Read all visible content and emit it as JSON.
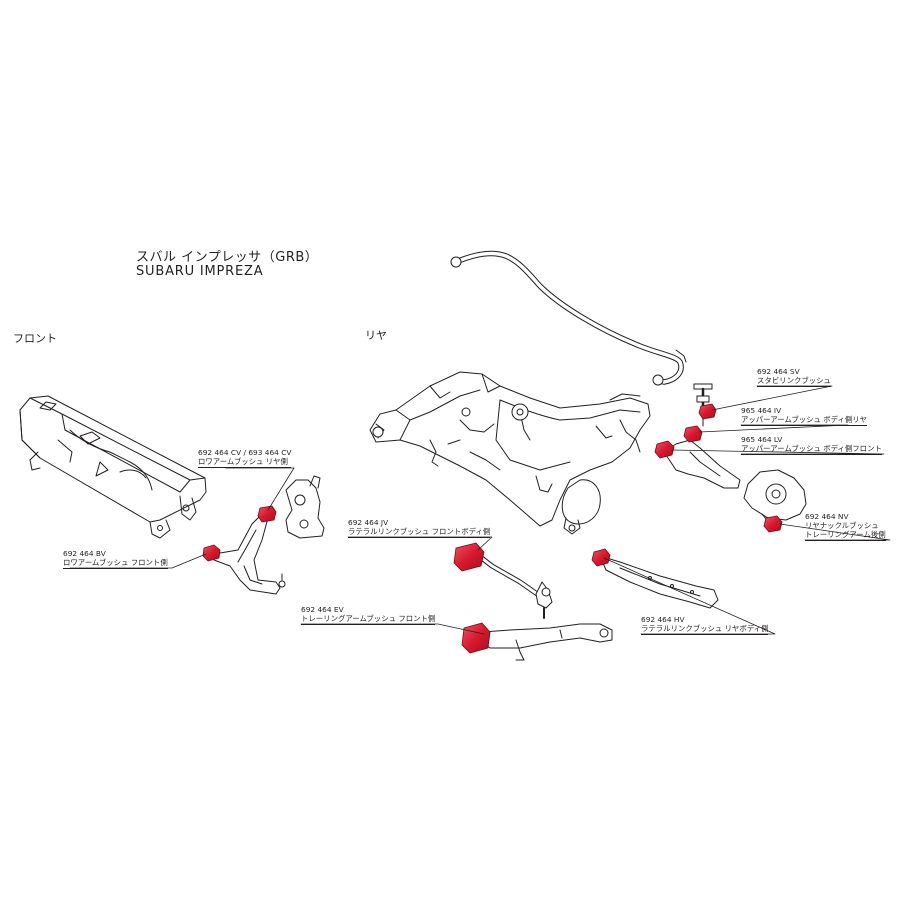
{
  "title": {
    "ja": "スバル インプレッサ（GRB）",
    "en": "SUBARU  IMPREZA"
  },
  "sections": {
    "front": "フロント",
    "rear": "リヤ"
  },
  "colors": {
    "line": "#231f20",
    "bushing": "#d7192e",
    "bushing_dark": "#a50f1f",
    "bushing_light": "#ef5565"
  },
  "callouts": {
    "front_rear": {
      "part_no": "692 464 CV / 693 464 CV",
      "desc": "ロワアームブッシュ リヤ側"
    },
    "front_front": {
      "part_no": "692 464 BV",
      "desc": "ロワアームブッシュ フロント側"
    },
    "stab": {
      "part_no": "692 464 SV",
      "desc": "スタビリンクブッシュ"
    },
    "upper_rear": {
      "part_no": "965 464 IV",
      "desc": "アッパーアームブッシュ ボディ側リヤ"
    },
    "upper_front": {
      "part_no": "965 464 LV",
      "desc": "アッパーアームブッシュ ボディ側フロント"
    },
    "knuckle": {
      "part_no": "692 464 NV",
      "desc": "リヤナックルブッシュ",
      "desc2": "トレーリングアーム後側"
    },
    "lateral_front": {
      "part_no": "692 464 JV",
      "desc": "ラテラルリンクブッシュ フロントボディ側"
    },
    "trailing": {
      "part_no": "692 464 EV",
      "desc": "トレーリングアームブッシュ フロント側"
    },
    "lateral_rear": {
      "part_no": "692 464 HV",
      "desc": "ラテラルリンクブッシュ リヤボディ側"
    }
  }
}
